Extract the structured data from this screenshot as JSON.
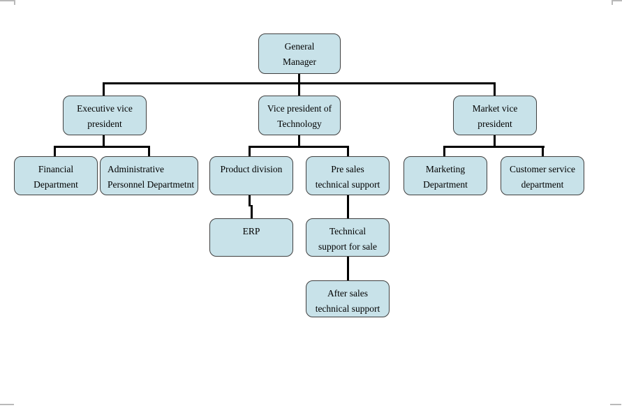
{
  "nodes": {
    "general_manager": {
      "lines": [
        "General",
        "Manager"
      ]
    },
    "executive_vice_president": {
      "lines": [
        "Executive vice",
        "president"
      ]
    },
    "vice_president_of_technology": {
      "lines": [
        "Vice president of",
        "Technology"
      ]
    },
    "market_vice_president": {
      "lines": [
        "Market vice",
        "president"
      ]
    },
    "financial_department": {
      "lines": [
        "Financial",
        "Department"
      ]
    },
    "administrative_personnel_department": {
      "lines": [
        "Administrative",
        "Personnel Departmetnt"
      ]
    },
    "product_division": {
      "lines": [
        "Product division"
      ]
    },
    "pre_sales_technical_support": {
      "lines": [
        "Pre sales",
        "technical support"
      ]
    },
    "marketing_department": {
      "lines": [
        "Marketing",
        "Department"
      ]
    },
    "customer_service_department": {
      "lines": [
        "Customer service",
        "department"
      ]
    },
    "erp": {
      "lines": [
        "ERP"
      ]
    },
    "technical_support_for_sale": {
      "lines": [
        "Technical",
        "support for sale"
      ]
    },
    "after_sales_technical_support": {
      "lines": [
        "After sales",
        "technical support"
      ]
    }
  },
  "edges": [
    [
      "general_manager",
      "executive_vice_president"
    ],
    [
      "general_manager",
      "vice_president_of_technology"
    ],
    [
      "general_manager",
      "market_vice_president"
    ],
    [
      "executive_vice_president",
      "financial_department"
    ],
    [
      "executive_vice_president",
      "administrative_personnel_department"
    ],
    [
      "vice_president_of_technology",
      "product_division"
    ],
    [
      "vice_president_of_technology",
      "pre_sales_technical_support"
    ],
    [
      "product_division",
      "erp"
    ],
    [
      "pre_sales_technical_support",
      "technical_support_for_sale"
    ],
    [
      "technical_support_for_sale",
      "after_sales_technical_support"
    ],
    [
      "market_vice_president",
      "marketing_department"
    ],
    [
      "market_vice_president",
      "customer_service_department"
    ]
  ],
  "colors": {
    "node_fill": "#c8e2e9",
    "node_border": "#3f3f3f",
    "connector": "#000000",
    "margin_mark": "#b9b9b9",
    "background": "#ffffff"
  }
}
